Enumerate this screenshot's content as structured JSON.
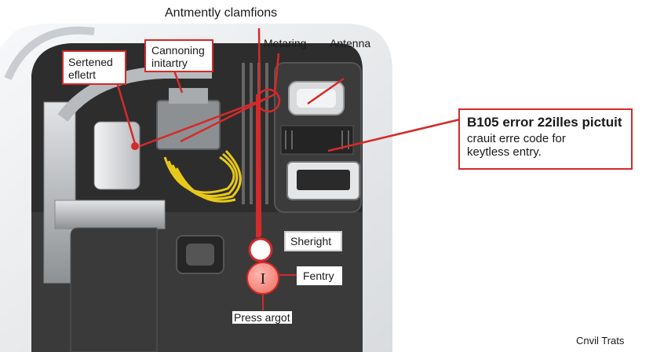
{
  "labels": {
    "top_label": "Antmently clamfions",
    "metaring": "Metaring",
    "antenna": "Antenna",
    "sertened_line1": "Sertened",
    "sertened_line2": "efletrt",
    "cannoning_line1": "Cannoning",
    "cannoning_line2": "initartry",
    "sheright": "Sheright",
    "fentry": "Fentry",
    "press_argot": "Press argot",
    "cnvil_trats": "Cnvil Trats",
    "button_glyph": "I"
  },
  "error_box": {
    "title": "B105 error 22illes pictuit",
    "line2": "crauit erre code for",
    "line3": "keytless entry."
  },
  "colors": {
    "accent_red": "#d42a2a",
    "housing_dark": "#2d2d2d",
    "panel_light": "#eef0f2",
    "wire_yellow": "#e8c81a"
  }
}
